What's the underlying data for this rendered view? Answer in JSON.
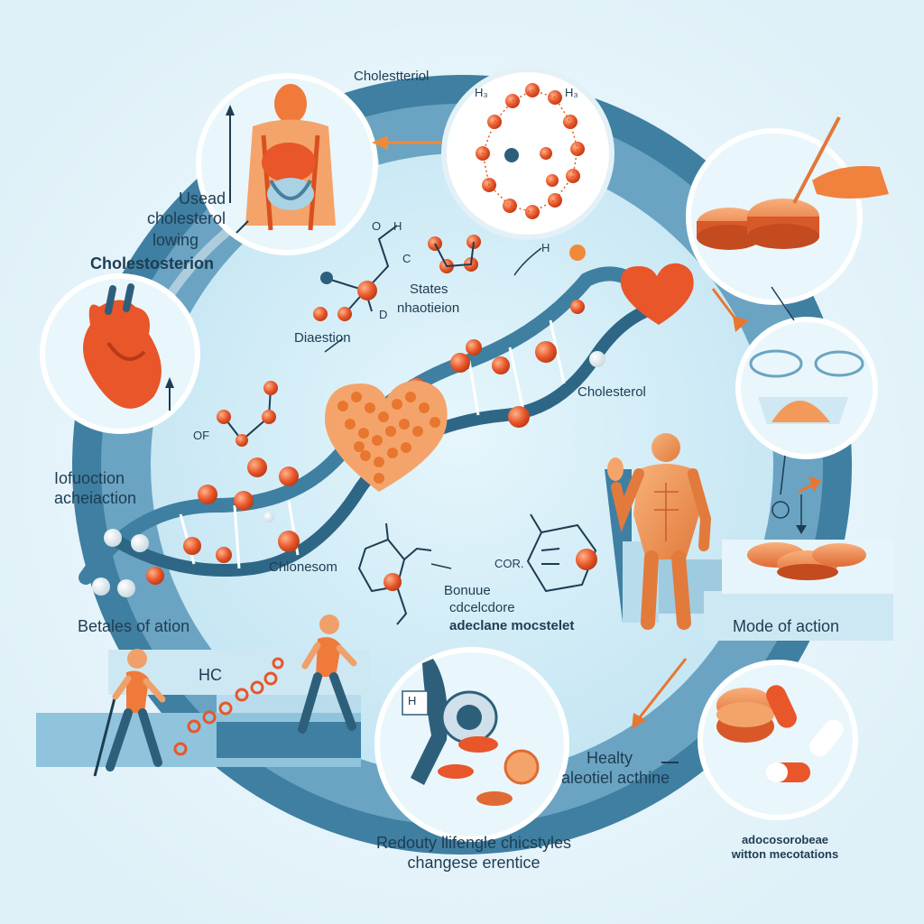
{
  "labels": {
    "cholesterol_top": "Cholestteriol",
    "h_left": "H₃",
    "h_right": "H₃",
    "used_line1": "Usead",
    "used_line2": "cholesterol",
    "used_line3": "lowing",
    "used_line4": "Cholestosterion",
    "o_label": "O",
    "c_label": "C",
    "h_label": "H",
    "d_label": "D",
    "h_label2": "H",
    "states_line1": "States",
    "states_line2": "nhaotieion",
    "digestion": "Diaestion",
    "cholesterol_mid": "Cholesterol",
    "of_label": "OF",
    "infusion_line1": "Iofuoction",
    "infusion_line2": "acheiaction",
    "cholesterol_low": "Chlonesom",
    "com_label": "COR.",
    "o_small": "O",
    "bonus_line1": "Bonuue",
    "bonus_line2": "cdcelcdore",
    "bonus_line3": "adeclane mocstelet",
    "benefits_of_action": "Betales of ation",
    "mode_of_action": "Mode of action",
    "hc_label": "HC",
    "h_box": "H",
    "healthy_line1": "Healty",
    "healthy_line2": "aleotiel acthine",
    "reduce_line1": "Redouty llifengle chicstyles",
    "reduce_line2": "changese erentice",
    "adv_line1": "adocosorobeae",
    "adv_line2": "witton mecotations"
  },
  "colors": {
    "ring": "#3f7fa1",
    "ring_light": "#9fcbe0",
    "center_bg": "#d7eef8",
    "circle_bg": "#e9f6fc",
    "orange": "#e8562a",
    "orange_light": "#f49a5c",
    "text": "#1e3c52"
  }
}
